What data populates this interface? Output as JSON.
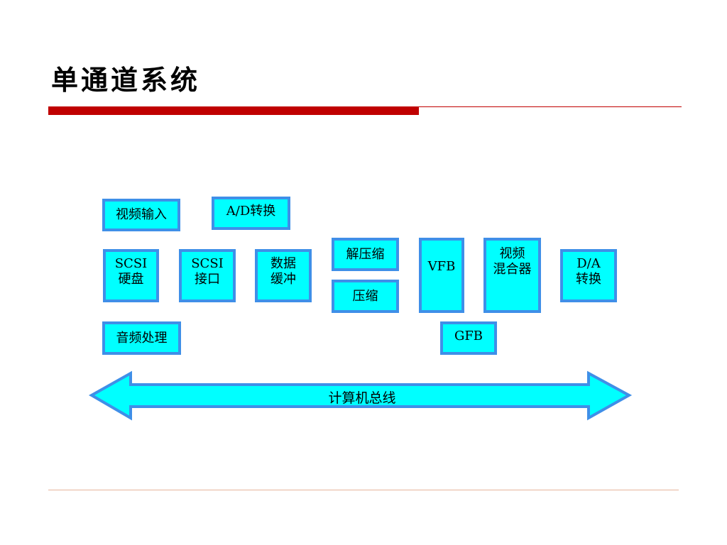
{
  "slide": {
    "title": "单通道系统"
  },
  "diagram": {
    "nodes": {
      "video_input": "视频输入",
      "ad_convert": "A/D转换",
      "scsi_disk": "SCSI\n硬盘",
      "scsi_port": "SCSI\n接口",
      "data_buffer": "数据\n缓冲",
      "decompress": "解压缩",
      "compress": "压缩",
      "vfb": "VFB",
      "video_mixer": "视频\n混合器",
      "da_convert": "D/A\n转换",
      "audio_proc": "音频处理",
      "gfb": "GFB"
    },
    "bus_label": "计算机总线"
  },
  "colors": {
    "box_fill": "#00ffff",
    "box_border": "#3f8fe8",
    "title_rule": "#c00000",
    "footer_rule": "#e6b49b"
  }
}
